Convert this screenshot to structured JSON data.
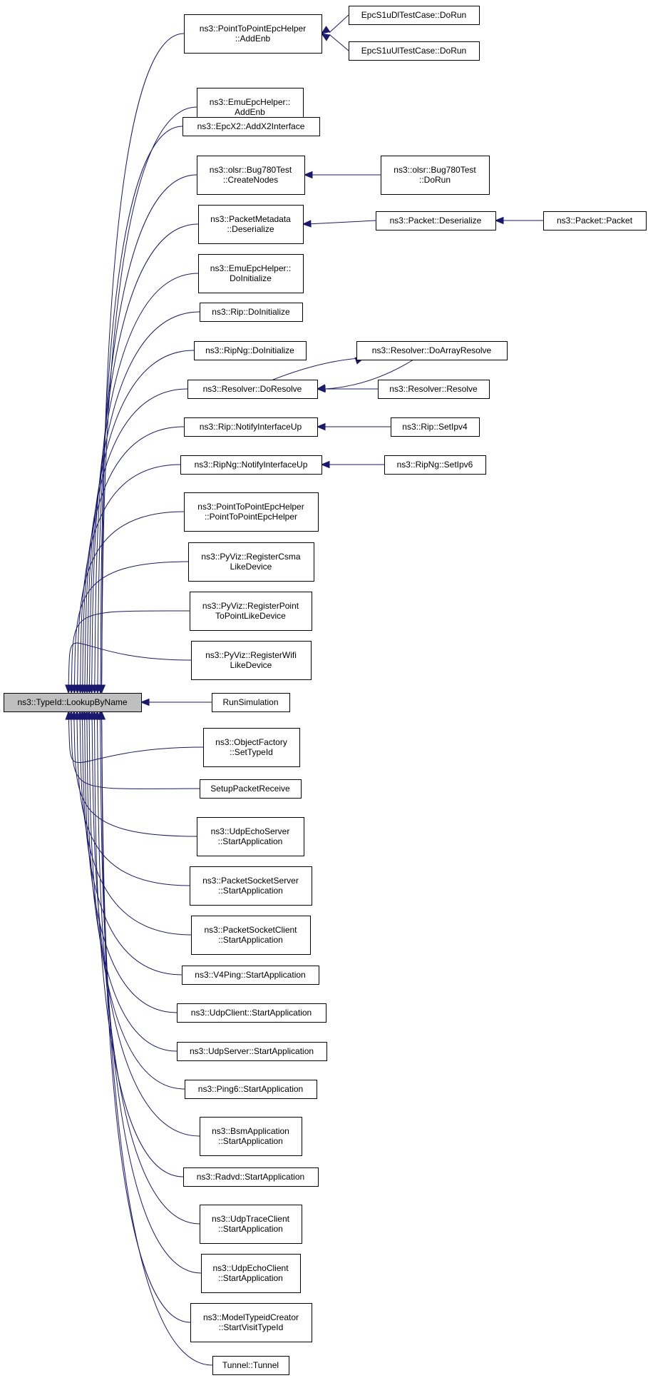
{
  "root": {
    "id": "root",
    "lines": [
      "ns3::TypeId::LookupByName"
    ]
  },
  "nodes": [
    {
      "id": "n01",
      "lines": [
        "ns3::PointToPointEpcHelper",
        "::AddEnb"
      ]
    },
    {
      "id": "n02",
      "lines": [
        "ns3::EmuEpcHelper::",
        "AddEnb"
      ]
    },
    {
      "id": "n03",
      "lines": [
        "ns3::EpcX2::AddX2Interface"
      ]
    },
    {
      "id": "n04",
      "lines": [
        "ns3::olsr::Bug780Test",
        "::CreateNodes"
      ]
    },
    {
      "id": "n05",
      "lines": [
        "ns3::PacketMetadata",
        "::Deserialize"
      ]
    },
    {
      "id": "n06",
      "lines": [
        "ns3::EmuEpcHelper::",
        "DoInitialize"
      ]
    },
    {
      "id": "n07",
      "lines": [
        "ns3::Rip::DoInitialize"
      ]
    },
    {
      "id": "n08",
      "lines": [
        "ns3::RipNg::DoInitialize"
      ]
    },
    {
      "id": "n09",
      "lines": [
        "ns3::Resolver::DoResolve"
      ]
    },
    {
      "id": "n10",
      "lines": [
        "ns3::Rip::NotifyInterfaceUp"
      ]
    },
    {
      "id": "n11",
      "lines": [
        "ns3::RipNg::NotifyInterfaceUp"
      ]
    },
    {
      "id": "n12",
      "lines": [
        "ns3::PointToPointEpcHelper",
        "::PointToPointEpcHelper"
      ]
    },
    {
      "id": "n13",
      "lines": [
        "ns3::PyViz::RegisterCsma",
        "LikeDevice"
      ]
    },
    {
      "id": "n14",
      "lines": [
        "ns3::PyViz::RegisterPoint",
        "ToPointLikeDevice"
      ]
    },
    {
      "id": "n15",
      "lines": [
        "ns3::PyViz::RegisterWifi",
        "LikeDevice"
      ]
    },
    {
      "id": "n16",
      "lines": [
        "RunSimulation"
      ]
    },
    {
      "id": "n17",
      "lines": [
        "ns3::ObjectFactory",
        "::SetTypeId"
      ]
    },
    {
      "id": "n18",
      "lines": [
        "SetupPacketReceive"
      ]
    },
    {
      "id": "n19",
      "lines": [
        "ns3::UdpEchoServer",
        "::StartApplication"
      ]
    },
    {
      "id": "n20",
      "lines": [
        "ns3::PacketSocketServer",
        "::StartApplication"
      ]
    },
    {
      "id": "n21",
      "lines": [
        "ns3::PacketSocketClient",
        "::StartApplication"
      ]
    },
    {
      "id": "n22",
      "lines": [
        "ns3::V4Ping::StartApplication"
      ]
    },
    {
      "id": "n23",
      "lines": [
        "ns3::UdpClient::StartApplication"
      ]
    },
    {
      "id": "n24",
      "lines": [
        "ns3::UdpServer::StartApplication"
      ]
    },
    {
      "id": "n25",
      "lines": [
        "ns3::Ping6::StartApplication"
      ]
    },
    {
      "id": "n26",
      "lines": [
        "ns3::BsmApplication",
        "::StartApplication"
      ]
    },
    {
      "id": "n27",
      "lines": [
        "ns3::Radvd::StartApplication"
      ]
    },
    {
      "id": "n28",
      "lines": [
        "ns3::UdpTraceClient",
        "::StartApplication"
      ]
    },
    {
      "id": "n29",
      "lines": [
        "ns3::UdpEchoClient",
        "::StartApplication"
      ]
    },
    {
      "id": "n30",
      "lines": [
        "ns3::ModelTypeidCreator",
        "::StartVisitTypeId"
      ]
    },
    {
      "id": "n31",
      "lines": [
        "Tunnel::Tunnel"
      ]
    },
    {
      "id": "c01",
      "lines": [
        "EpcS1uDlTestCase::DoRun"
      ]
    },
    {
      "id": "c02",
      "lines": [
        "EpcS1uUlTestCase::DoRun"
      ]
    },
    {
      "id": "c03",
      "lines": [
        "ns3::olsr::Bug780Test",
        "::DoRun"
      ]
    },
    {
      "id": "c04",
      "lines": [
        "ns3::Packet::Deserialize"
      ]
    },
    {
      "id": "c05",
      "lines": [
        "ns3::Packet::Packet"
      ]
    },
    {
      "id": "c06",
      "lines": [
        "ns3::Resolver::DoArrayResolve"
      ]
    },
    {
      "id": "c07",
      "lines": [
        "ns3::Resolver::Resolve"
      ]
    },
    {
      "id": "c08",
      "lines": [
        "ns3::Rip::SetIpv4"
      ]
    },
    {
      "id": "c09",
      "lines": [
        "ns3::RipNg::SetIpv6"
      ]
    }
  ],
  "edges": [
    {
      "from": "n01",
      "to": "root"
    },
    {
      "from": "n02",
      "to": "root"
    },
    {
      "from": "n03",
      "to": "root"
    },
    {
      "from": "n04",
      "to": "root"
    },
    {
      "from": "n05",
      "to": "root"
    },
    {
      "from": "n06",
      "to": "root"
    },
    {
      "from": "n07",
      "to": "root"
    },
    {
      "from": "n08",
      "to": "root"
    },
    {
      "from": "n09",
      "to": "root"
    },
    {
      "from": "n10",
      "to": "root"
    },
    {
      "from": "n11",
      "to": "root"
    },
    {
      "from": "n12",
      "to": "root"
    },
    {
      "from": "n13",
      "to": "root"
    },
    {
      "from": "n14",
      "to": "root"
    },
    {
      "from": "n15",
      "to": "root"
    },
    {
      "from": "n16",
      "to": "root"
    },
    {
      "from": "n17",
      "to": "root"
    },
    {
      "from": "n18",
      "to": "root"
    },
    {
      "from": "n19",
      "to": "root"
    },
    {
      "from": "n20",
      "to": "root"
    },
    {
      "from": "n21",
      "to": "root"
    },
    {
      "from": "n22",
      "to": "root"
    },
    {
      "from": "n23",
      "to": "root"
    },
    {
      "from": "n24",
      "to": "root"
    },
    {
      "from": "n25",
      "to": "root"
    },
    {
      "from": "n26",
      "to": "root"
    },
    {
      "from": "n27",
      "to": "root"
    },
    {
      "from": "n28",
      "to": "root"
    },
    {
      "from": "n29",
      "to": "root"
    },
    {
      "from": "n30",
      "to": "root"
    },
    {
      "from": "n31",
      "to": "root"
    },
    {
      "from": "c01",
      "to": "n01"
    },
    {
      "from": "c02",
      "to": "n01"
    },
    {
      "from": "c03",
      "to": "n04"
    },
    {
      "from": "c04",
      "to": "n05"
    },
    {
      "from": "c05",
      "to": "c04"
    },
    {
      "from": "c06",
      "to": "n09"
    },
    {
      "from": "n09",
      "to": "c06"
    },
    {
      "from": "c07",
      "to": "n09"
    },
    {
      "from": "c08",
      "to": "n10"
    },
    {
      "from": "c09",
      "to": "n11"
    }
  ]
}
